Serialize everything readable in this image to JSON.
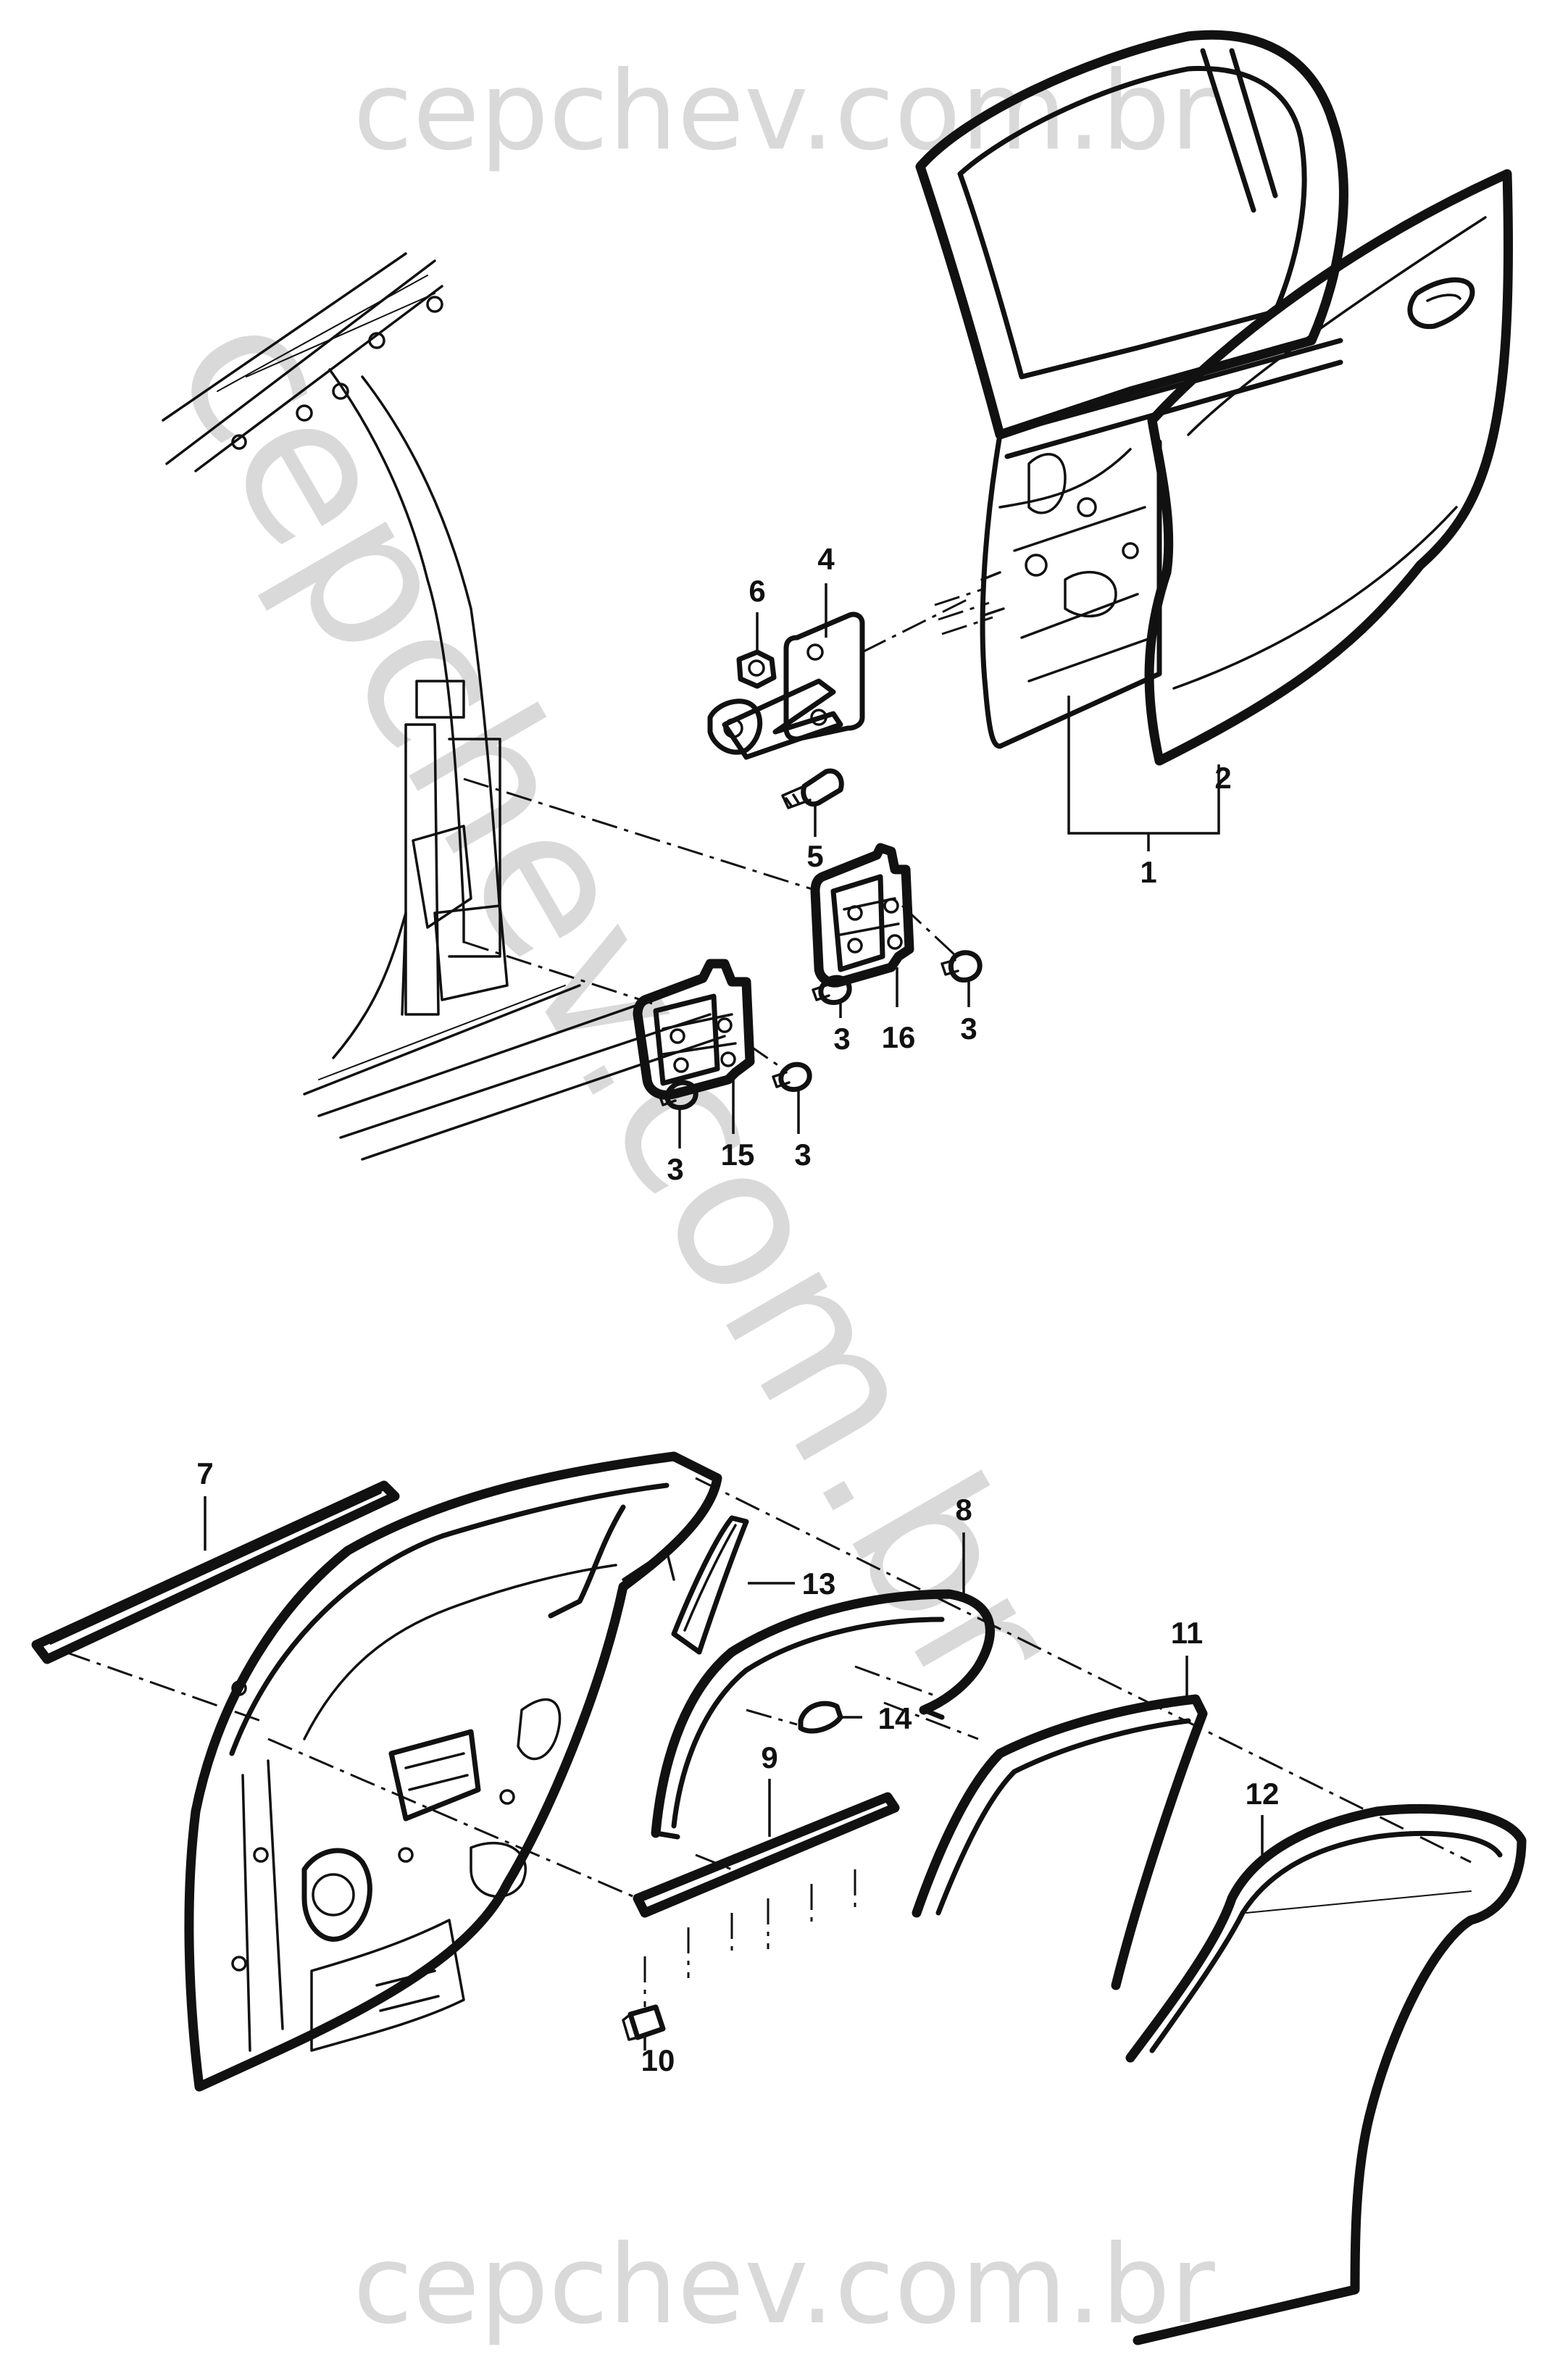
{
  "watermark": {
    "text": "cepchev.com.br",
    "color": "#d9d9d9"
  },
  "callouts": {
    "c1": "1",
    "c2": "2",
    "c3a": "3",
    "c3b": "3",
    "c3c": "3",
    "c3d": "3",
    "c4": "4",
    "c5": "5",
    "c6": "6",
    "c7": "7",
    "c8": "8",
    "c9": "9",
    "c10": "10",
    "c11": "11",
    "c12": "12",
    "c13": "13",
    "c14": "14",
    "c15": "15",
    "c16": "16"
  },
  "colors": {
    "line": "#111111",
    "background": "#ffffff"
  }
}
